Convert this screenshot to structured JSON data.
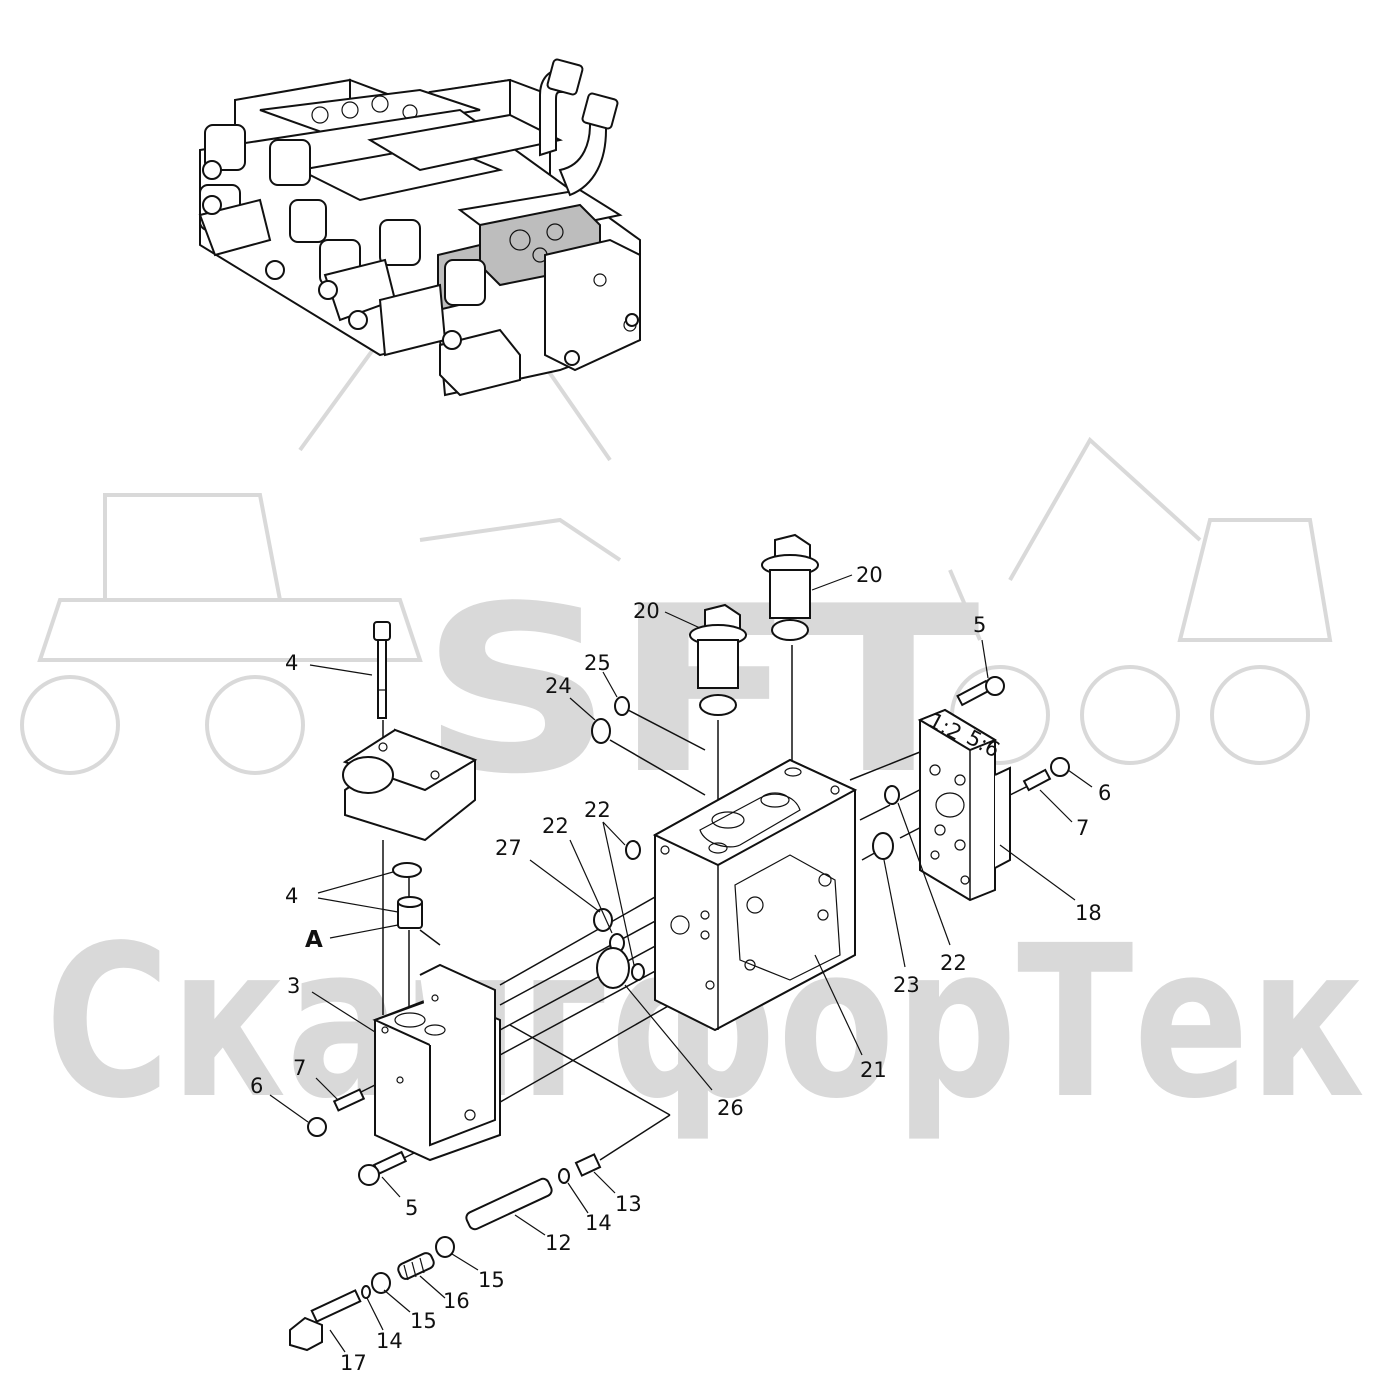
{
  "watermark": {
    "logo_text": "SFT",
    "company_text": "СкангфорТек"
  },
  "colors": {
    "ink": "#111111",
    "watermark": "#d9d9d9",
    "highlight": "#bdbdbd",
    "background": "#ffffff"
  },
  "overview_assembly": {
    "highlighted_section": "section-21"
  },
  "callouts": {
    "c4_top": "4",
    "c4_mid": "4",
    "cA": "A",
    "c3": "3",
    "c7_left": "7",
    "c6_left": "6",
    "c5_bottom": "5",
    "c13": "13",
    "c14_upper": "14",
    "c12": "12",
    "c15_upper": "15",
    "c16": "16",
    "c15_lower": "15",
    "c14_lower": "14",
    "c17": "17",
    "c20_left": "20",
    "c20_right": "20",
    "c25": "25",
    "c24": "24",
    "c27": "27",
    "c22_a": "22",
    "c22_b": "22",
    "c26": "26",
    "c21": "21",
    "c5_right": "5",
    "c6_right": "6",
    "c7_right": "7",
    "c18": "18",
    "c22_right": "22",
    "c23": "23"
  },
  "plate_markings": {
    "left": "1:2",
    "right": "5:6"
  }
}
